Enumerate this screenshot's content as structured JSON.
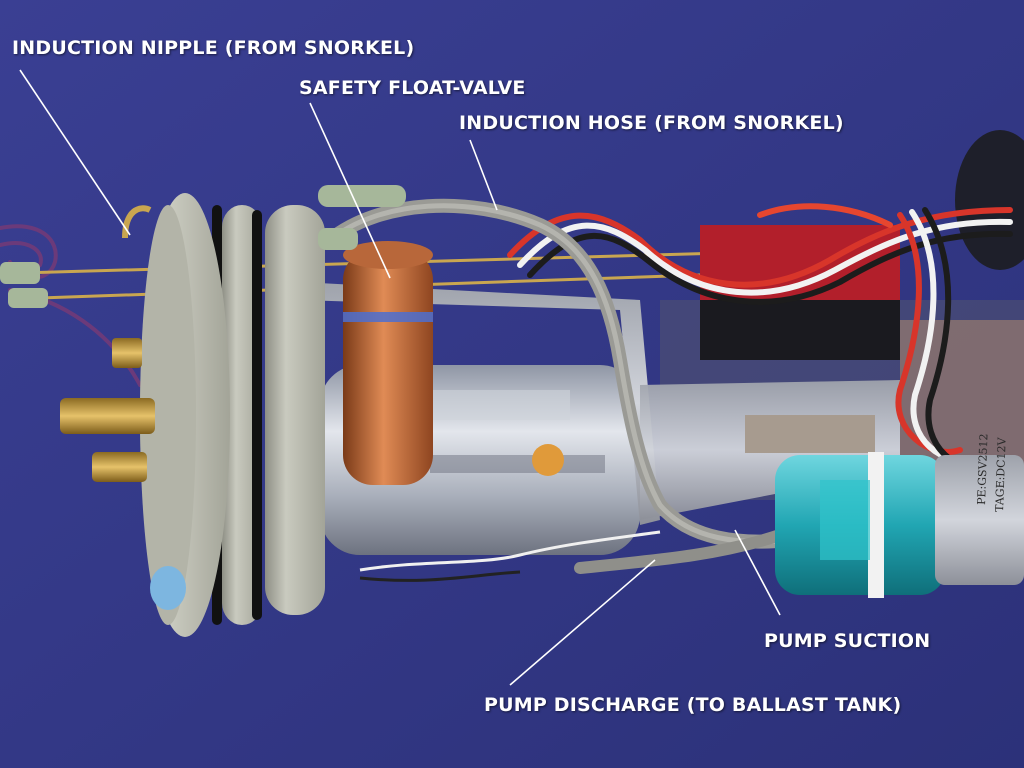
{
  "photo": {
    "subject": "submarine-ballast-pump-assembly",
    "colors": {
      "backdrop": "#34398c",
      "label_text": "#ffffff",
      "leader_line": "#ffffff",
      "copper": "#c26a3a",
      "endcap": "#b8b9ad",
      "pump_body": "#2bb3bf",
      "chassis": "#b9bcc4"
    },
    "pump_casing_text": [
      "PE:GSV2512",
      "TAGE:DC12V"
    ]
  },
  "labels": {
    "induction_nipple": "INDUCTION NIPPLE (FROM SNORKEL)",
    "safety_float_valve": "SAFETY FLOAT-VALVE",
    "induction_hose": "INDUCTION HOSE (FROM SNORKEL)",
    "pump_suction": "PUMP SUCTION",
    "pump_discharge": "PUMP DISCHARGE (TO BALLAST TANK)"
  }
}
